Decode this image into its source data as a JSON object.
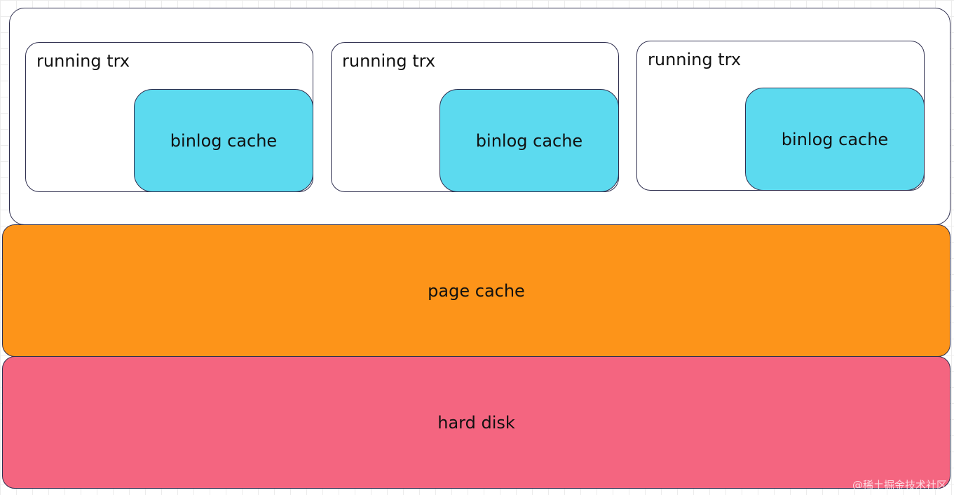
{
  "diagram": {
    "transactions": [
      {
        "label": "running trx",
        "cache_label": "binlog cache"
      },
      {
        "label": "running trx",
        "cache_label": "binlog cache"
      },
      {
        "label": "running trx",
        "cache_label": "binlog cache"
      }
    ],
    "page_cache_label": "page cache",
    "hard_disk_label": "hard disk",
    "watermark": "@稀土掘金技术社区"
  },
  "colors": {
    "binlog_cache": "#5cdaef",
    "page_cache": "#fd9419",
    "hard_disk": "#f46580",
    "border": "#2f2f4f"
  }
}
